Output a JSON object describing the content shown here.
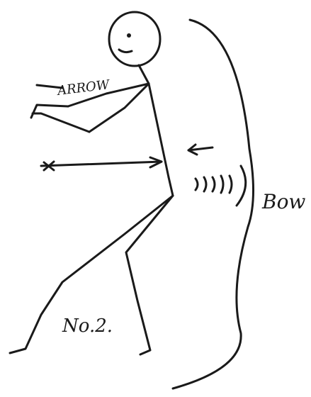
{
  "labels": {
    "arrow": "ARROW",
    "bow": "Bow",
    "figure_number": "No.2."
  }
}
